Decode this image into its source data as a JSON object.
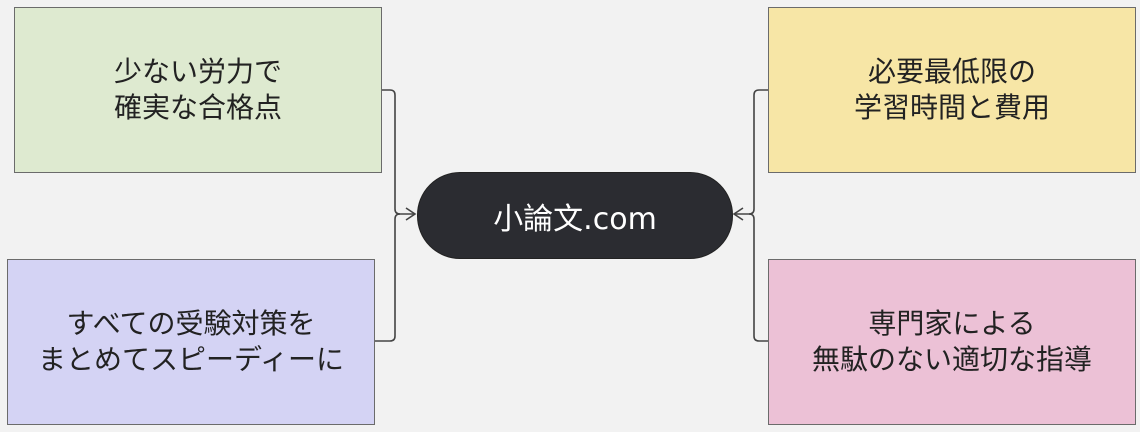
{
  "center": {
    "label": "小論文.com",
    "color": "#2b2c31"
  },
  "nodes": [
    {
      "id": "top-left",
      "label": "少ない労力で\n確実な合格点",
      "color": "#deead0"
    },
    {
      "id": "bottom-left",
      "label": "すべての受験対策を\nまとめてスピーディーに",
      "color": "#d4d3f4"
    },
    {
      "id": "top-right",
      "label": "必要最低限の\n学習時間と費用",
      "color": "#f7e6a6"
    },
    {
      "id": "bottom-right",
      "label": "専門家による\n無駄のない適切な指導",
      "color": "#ecc1d6"
    }
  ]
}
